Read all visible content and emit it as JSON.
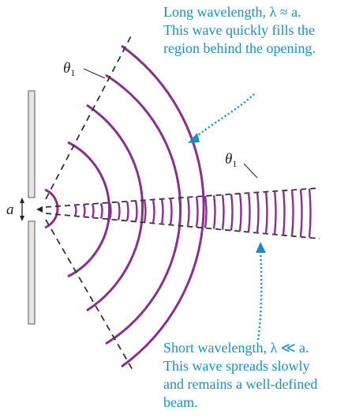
{
  "captions": {
    "long_wave": [
      "Long wavelength, λ ≈ a.",
      "This wave quickly fills the",
      "region behind the opening."
    ],
    "short_wave": [
      "Short wavelength, λ ≪ a.",
      "This wave spreads slowly",
      "and remains a well-defined",
      "beam."
    ]
  },
  "labels": {
    "aperture_width": "a",
    "angle_long": "θ",
    "angle_long_sub": "1",
    "angle_short": "θ",
    "angle_short_sub": "1"
  },
  "colors": {
    "wavefront": "#8b2f8e",
    "caption": "#1b8fc4",
    "arrow": "#1b8fc4",
    "barrier": "#9a9a9a",
    "dashed": "#333333"
  }
}
